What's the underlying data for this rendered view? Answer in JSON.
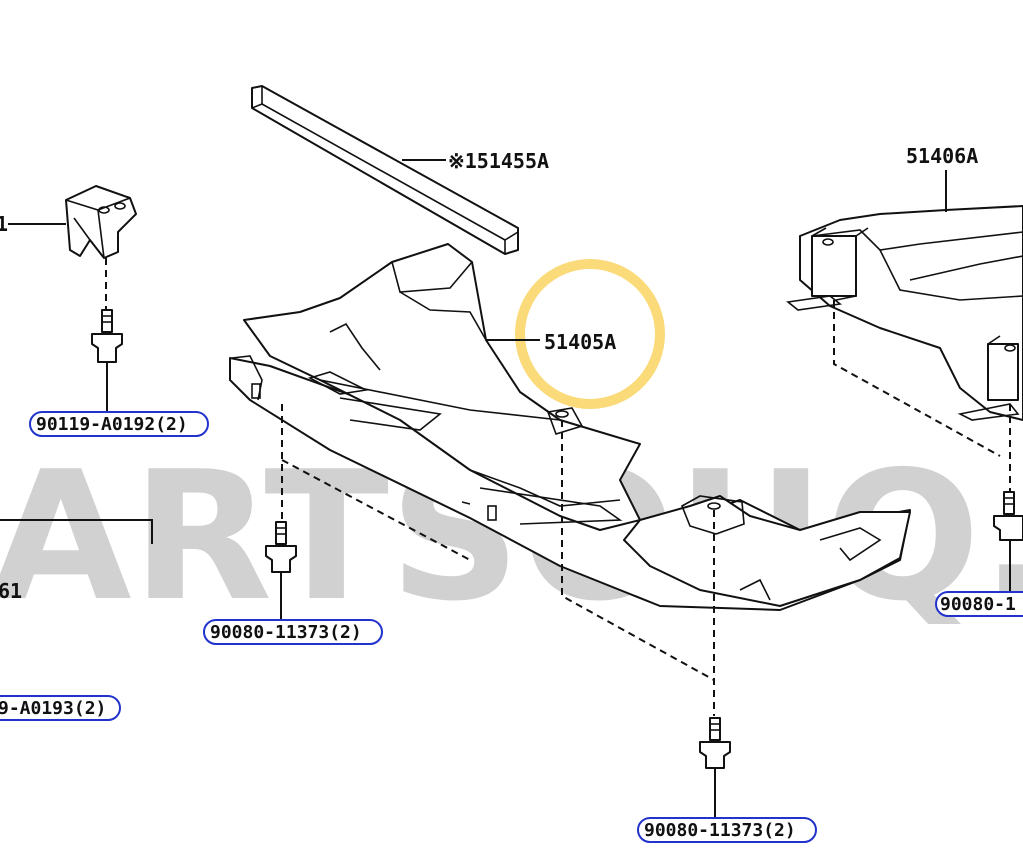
{
  "watermark": "ARTSOUQ.",
  "colors": {
    "highlight": "#F9D66A",
    "callout_border": "#2233CC",
    "line": "#111111",
    "watermark": "#C9C9C9"
  },
  "labels": {
    "seal": "※151455A",
    "cover_main": "51405A",
    "cover_right": "51406A",
    "bracket_left_partial": "1",
    "left_lower_partial": "61"
  },
  "callouts": {
    "bolt_upper_left": "90119-A0192(2)",
    "bolt_left": "90080-11373(2)",
    "bolt_lower_left": "9-A0193(2)",
    "bolt_bottom": "90080-11373(2)",
    "bolt_right": "90080-1"
  },
  "highlight_target": "51405A"
}
